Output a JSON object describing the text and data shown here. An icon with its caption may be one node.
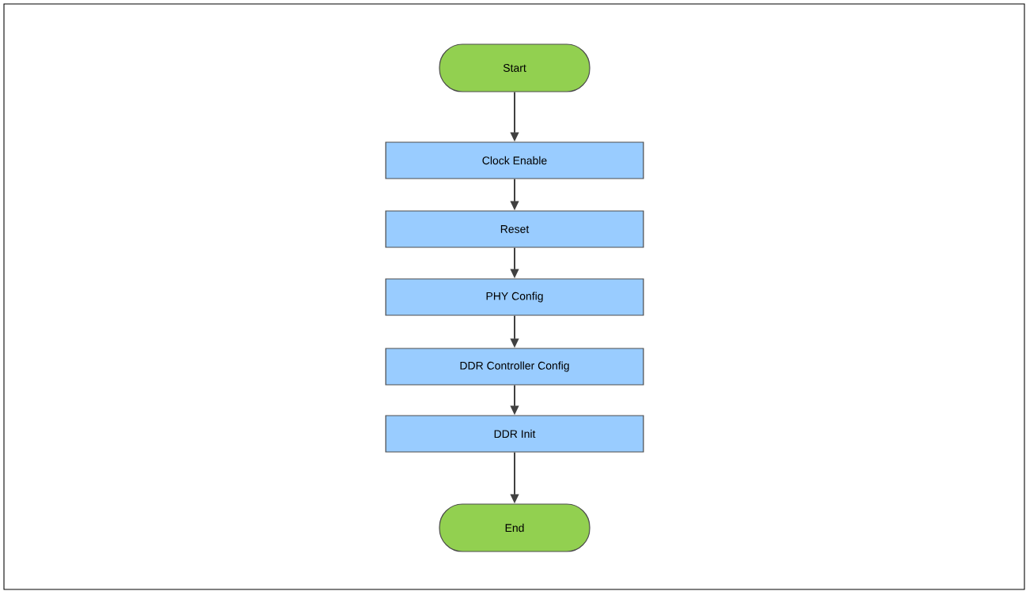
{
  "diagram": {
    "nodes": [
      {
        "text": [
          "Start"
        ]
      },
      {
        "text": [
          "Clock Enable"
        ]
      },
      {
        "text": [
          "Reset"
        ]
      },
      {
        "text": [
          "PHY Config"
        ]
      },
      {
        "text": [
          "DDR Controller Config"
        ]
      },
      {
        "text": [
          "DDR Init"
        ]
      },
      {
        "text": [
          "End"
        ]
      }
    ],
    "edges": [
      {
        "from": 0,
        "to": 1,
        "arrow": "to"
      },
      {
        "from": 1,
        "to": 2,
        "arrow": "to"
      },
      {
        "from": 2,
        "to": 3,
        "arrow": "to"
      },
      {
        "from": 3,
        "to": 4,
        "arrow": "to"
      },
      {
        "from": 4,
        "to": 5,
        "arrow": "to"
      },
      {
        "from": 5,
        "to": 6,
        "arrow": "to"
      }
    ]
  }
}
